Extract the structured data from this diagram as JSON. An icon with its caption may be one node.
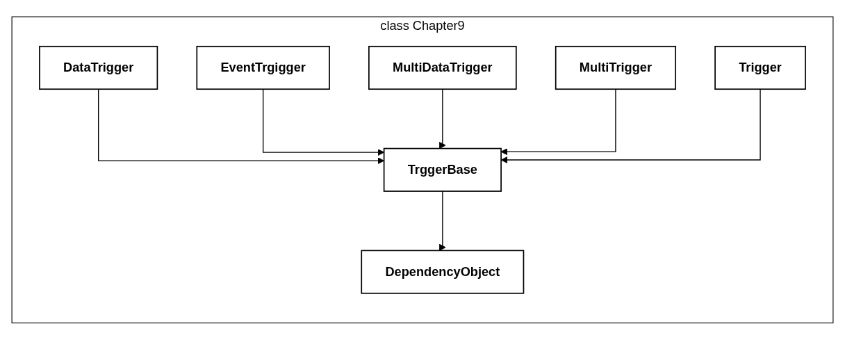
{
  "diagram": {
    "nodes": [
      {
        "text": [
          "class Chapter9"
        ]
      },
      {
        "text": [
          "DependencyObject"
        ],
        "in": 0
      },
      {
        "text": [
          "TrggerBase"
        ],
        "in": 0
      },
      {
        "text": [
          "DataTrigger"
        ],
        "in": 0
      },
      {
        "text": [
          "EventTrgigger"
        ],
        "in": 0
      },
      {
        "text": [
          "MultiDataTrigger"
        ],
        "in": 0
      },
      {
        "text": [
          "MultiTrigger"
        ],
        "in": 0
      },
      {
        "text": [
          "Trigger"
        ],
        "in": 0
      }
    ],
    "edges": [
      {
        "from": 2,
        "to": 1,
        "arrow": "to"
      },
      {
        "from": 3,
        "to": 2,
        "arrow": "to"
      },
      {
        "from": 4,
        "to": 2,
        "arrow": "to"
      },
      {
        "from": 5,
        "to": 2,
        "arrow": "to"
      },
      {
        "from": 6,
        "to": 2,
        "arrow": "to"
      },
      {
        "from": 7,
        "to": 2,
        "arrow": "to"
      }
    ]
  }
}
